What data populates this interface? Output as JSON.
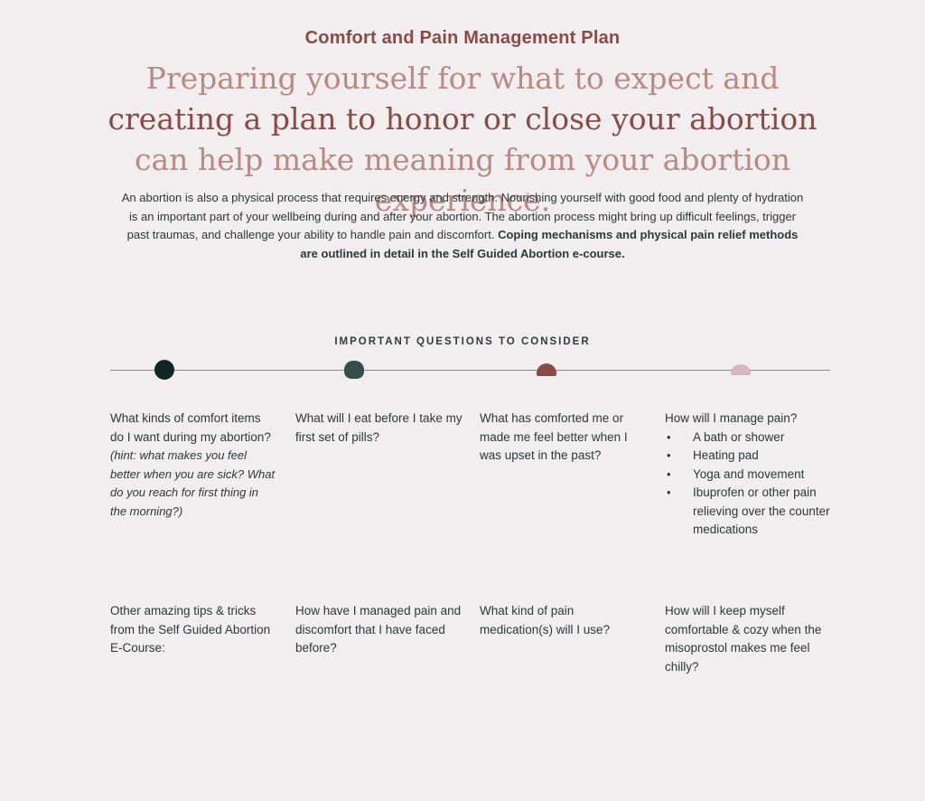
{
  "title": "Comfort and Pain Management Plan",
  "headline": {
    "part1": "Preparing yourself for what to expect and ",
    "em": "creating a plan to honor or close your abortion",
    "part2": " can help make meaning from your abortion experience."
  },
  "intro": {
    "text": "An abortion is also a physical process that requires energy and strength. Nourishing yourself with good food and plenty of hydration is an important part of your wellbeing during and after your abortion. The abortion process might bring up difficult feelings, trigger past traumas, and challenge your ability to handle pain and discomfort. ",
    "bold": "Coping mechanisms and physical pain relief methods are outlined in detail in the Self Guided Abortion e-course."
  },
  "section_label": "IMPORTANT QUESTIONS TO CONSIDER",
  "colors": {
    "dark_teal": "#0f2627",
    "teal": "#354d4b",
    "rust": "#8a4b47",
    "blush": "#d7b8bd",
    "background": "#f2edee"
  },
  "questions": {
    "q1": {
      "text": "What kinds of comfort items do I want during my abortion?",
      "hint": "(hint: what makes you feel better when you are sick? What do you reach for first thing in the morning?)"
    },
    "q2": {
      "text": "What will I eat before I take my first set of pills?"
    },
    "q3": {
      "text": "What has comforted me or made me feel better when I was upset in the past?"
    },
    "q4": {
      "text": "How will I manage pain?",
      "items": [
        "A bath or shower",
        "Heating pad",
        "Yoga and movement",
        "Ibuprofen or other pain relieving over the counter medications"
      ]
    },
    "q5": {
      "text": "Other amazing tips & tricks from the Self Guided Abortion E-Course:"
    },
    "q6": {
      "text": "How have I managed pain and discomfort that I have faced before?"
    },
    "q7": {
      "text": "What kind of pain medication(s) will I use?"
    },
    "q8": {
      "text": "How will I keep myself comfortable & cozy when the misoprostol makes me feel chilly?"
    }
  }
}
